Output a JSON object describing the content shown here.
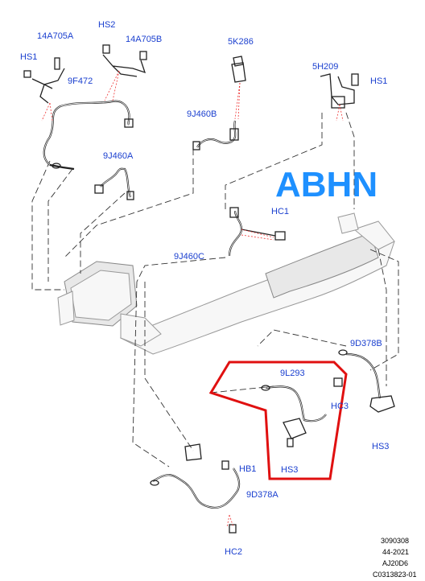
{
  "labels": {
    "p14a705a": "14A705A",
    "hs2": "HS2",
    "p14a705b": "14A705B",
    "p5k286": "5K286",
    "hs1_left": "HS1",
    "p9f472": "9F472",
    "p5h209": "5H209",
    "hs1_right": "HS1",
    "p9j460b": "9J460B",
    "p9j460a": "9J460A",
    "hc1": "HC1",
    "p9j460c": "9J460C",
    "p9d378b": "9D378B",
    "p9l293": "9L293",
    "hc3": "HC3",
    "hs3_right": "HS3",
    "hs3_center": "HS3",
    "hb1": "HB1",
    "p9d378a": "9D378A",
    "hc2": "HC2"
  },
  "variant_code": "ABHN",
  "reference": {
    "line1": "3090308",
    "line2": "44-2021",
    "line3": "AJ20D6",
    "line4": "C0313823-01"
  },
  "colors": {
    "label": "#1a3fcf",
    "variant": "#1e90ff",
    "highlight": "#e01010",
    "leader": "#e33333"
  }
}
